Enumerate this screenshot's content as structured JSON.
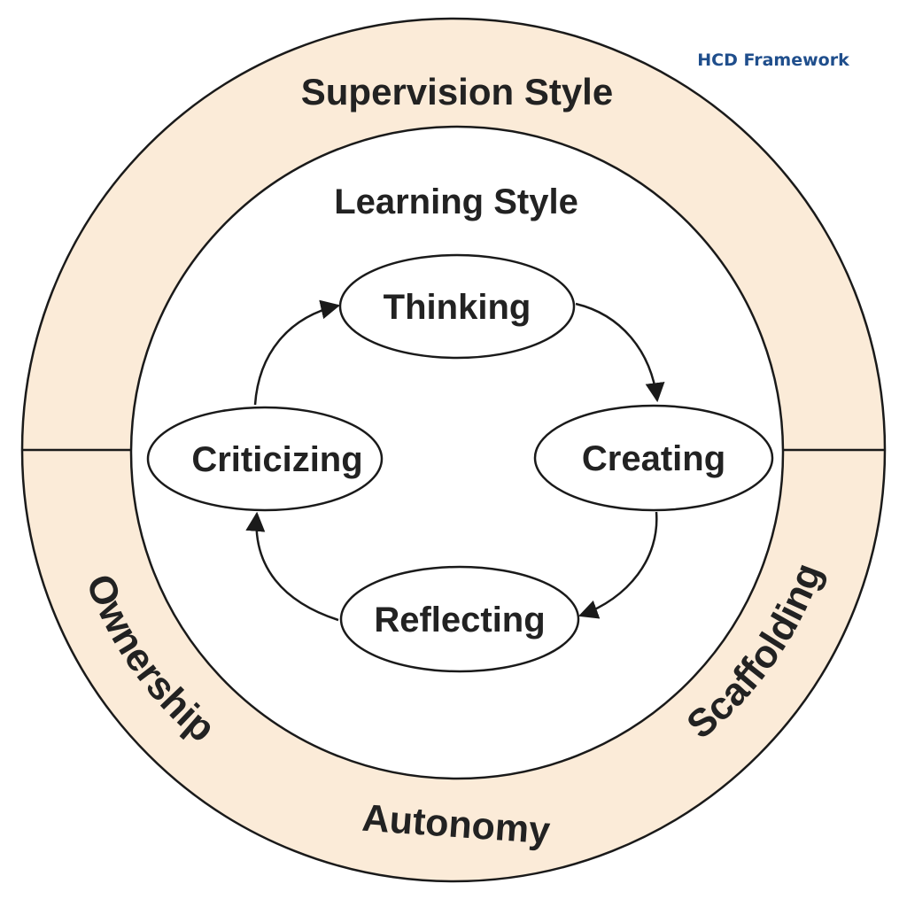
{
  "corner_label": "HCD Framework",
  "outer_ring": {
    "title": "Supervision Style",
    "left_label": "Ownership",
    "bottom_label": "Autonomy",
    "right_label": "Scaffolding"
  },
  "inner_circle": {
    "title": "Learning Style"
  },
  "cycle": {
    "thinking": "Thinking",
    "creating": "Creating",
    "reflecting": "Reflecting",
    "criticizing": "Criticizing"
  },
  "colors": {
    "ring_fill": "#fbebd8",
    "inner_fill": "#ffffff",
    "stroke": "#1a1a1a",
    "text": "#222222",
    "corner_text": "#1f4e8c"
  }
}
